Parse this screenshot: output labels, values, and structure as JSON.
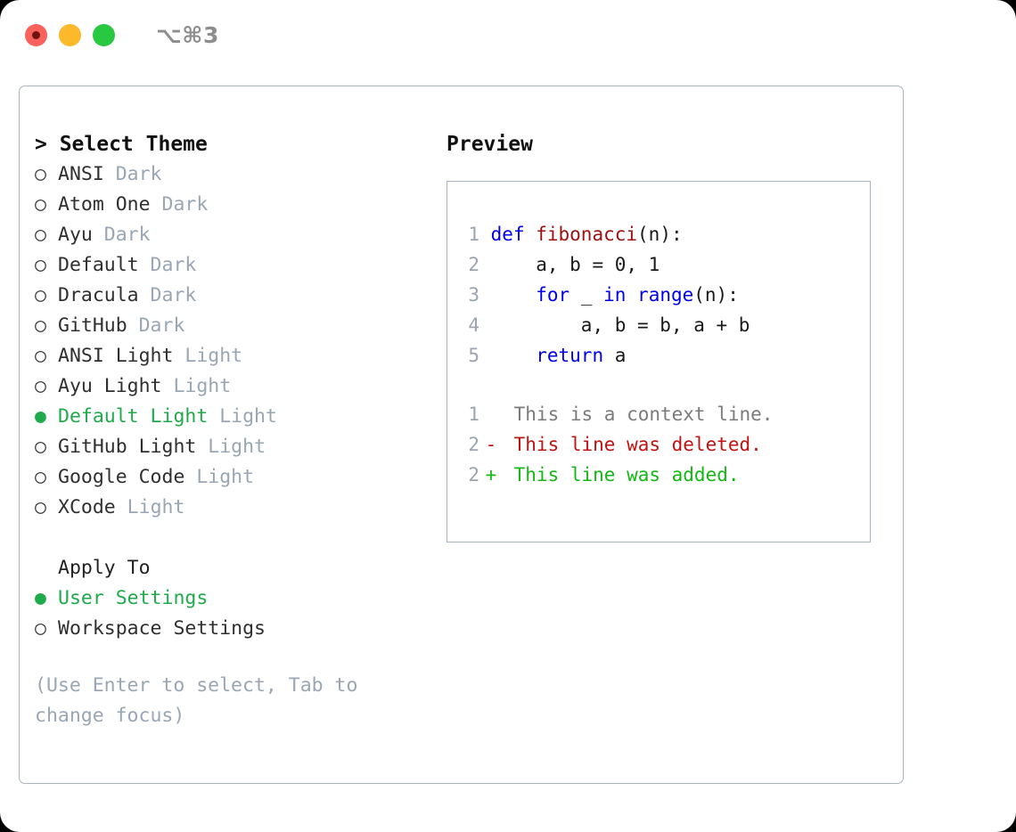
{
  "titlebar": {
    "shortcut": "⌥⌘3",
    "lights": [
      {
        "name": "close",
        "color": "#f9615c"
      },
      {
        "name": "minimize",
        "color": "#fcb92b"
      },
      {
        "name": "maximize",
        "color": "#28c840"
      }
    ]
  },
  "theme_picker": {
    "header": "> Select Theme",
    "marker_selected": "●",
    "marker_unselected": "○",
    "selected_color": "#1faa4b",
    "tag_color": "#9aa6b4",
    "items": [
      {
        "label": "ANSI",
        "tag": "Dark",
        "selected": false
      },
      {
        "label": "Atom One",
        "tag": "Dark",
        "selected": false
      },
      {
        "label": "Ayu",
        "tag": "Dark",
        "selected": false
      },
      {
        "label": "Default",
        "tag": "Dark",
        "selected": false
      },
      {
        "label": "Dracula",
        "tag": "Dark",
        "selected": false
      },
      {
        "label": "GitHub",
        "tag": "Dark",
        "selected": false
      },
      {
        "label": "ANSI Light",
        "tag": "Light",
        "selected": false
      },
      {
        "label": "Ayu Light",
        "tag": "Light",
        "selected": false
      },
      {
        "label": "Default Light",
        "tag": "Light",
        "selected": true
      },
      {
        "label": "GitHub Light",
        "tag": "Light",
        "selected": false
      },
      {
        "label": "Google Code",
        "tag": "Light",
        "selected": false
      },
      {
        "label": "XCode",
        "tag": "Light",
        "selected": false
      }
    ]
  },
  "apply_to": {
    "header": "Apply To",
    "items": [
      {
        "label": "User Settings",
        "selected": true
      },
      {
        "label": "Workspace Settings",
        "selected": false
      }
    ]
  },
  "hint": "(Use Enter to select, Tab to change focus)",
  "preview": {
    "title": "Preview",
    "code_lines": [
      {
        "lineno": "1",
        "gutter": "",
        "tokens": [
          {
            "text": "def ",
            "type": "kw"
          },
          {
            "text": "fibonacci",
            "type": "fn"
          },
          {
            "text": "(n):",
            "type": "txt"
          }
        ]
      },
      {
        "lineno": "2",
        "gutter": "",
        "tokens": [
          {
            "text": "    a, b = 0, 1",
            "type": "txt"
          }
        ]
      },
      {
        "lineno": "3",
        "gutter": "",
        "tokens": [
          {
            "text": "    for ",
            "type": "kw"
          },
          {
            "text": "_ ",
            "type": "txt"
          },
          {
            "text": "in ",
            "type": "kw"
          },
          {
            "text": "range",
            "type": "kw"
          },
          {
            "text": "(n):",
            "type": "txt"
          }
        ]
      },
      {
        "lineno": "4",
        "gutter": "",
        "tokens": [
          {
            "text": "        a, b = b, a + b",
            "type": "txt"
          }
        ]
      },
      {
        "lineno": "5",
        "gutter": "",
        "tokens": [
          {
            "text": "    return ",
            "type": "kw"
          },
          {
            "text": "a",
            "type": "txt"
          }
        ]
      }
    ],
    "diff_lines": [
      {
        "lineno": "1",
        "gutter": " ",
        "text": " This is a context line.",
        "type": "ctx"
      },
      {
        "lineno": "2",
        "gutter": "-",
        "text": " This line was deleted.",
        "type": "del"
      },
      {
        "lineno": "2",
        "gutter": "+",
        "text": " This line was added.",
        "type": "add"
      }
    ]
  }
}
